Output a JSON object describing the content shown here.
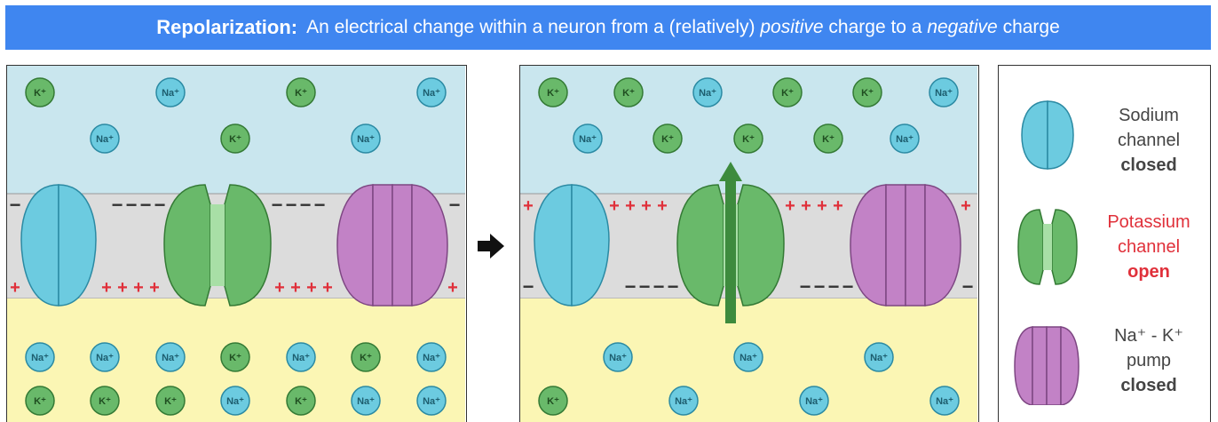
{
  "banner": {
    "term": "Repolarization:",
    "text_1": "An electrical change within a neuron from a (relatively) ",
    "em_1": "positive",
    "text_2": " charge to a ",
    "em_2": "negative",
    "text_3": " charge"
  },
  "ions": {
    "k": "K⁺",
    "na": "Na⁺"
  },
  "charges": {
    "plus": "+",
    "minus": "−"
  },
  "colors": {
    "extracellular": "#c9e6ee",
    "membrane": "#dcdcdc",
    "intracellular": "#fbf6b4",
    "sodium": "#6ccbe0",
    "potassium": "#69b96a",
    "pump": "#c282c6",
    "arrow": "#3d8b3d",
    "plus_sign": "#e0303a"
  },
  "panels": {
    "before": {
      "top_ions": [
        "K",
        "Na",
        "K",
        "Na",
        "Na",
        "K",
        "Na"
      ],
      "bottom_ions": [
        "Na",
        "Na",
        "Na",
        "K",
        "Na",
        "K",
        "Na",
        "K",
        "K",
        "K",
        "Na",
        "K",
        "Na",
        "Na"
      ],
      "top_charge": "minus",
      "bottom_charge": "plus"
    },
    "after": {
      "top_ions": [
        "K",
        "K",
        "Na",
        "K",
        "K",
        "Na",
        "Na",
        "K",
        "K",
        "K",
        "Na"
      ],
      "bottom_ions": [
        "Na",
        "Na",
        "Na",
        "K",
        "Na",
        "Na",
        "Na"
      ],
      "top_charge": "plus",
      "bottom_charge": "minus"
    }
  },
  "legend": {
    "sodium": {
      "line1": "Sodium",
      "line2": "channel",
      "state": "closed"
    },
    "potassium": {
      "line1": "Potassium",
      "line2": "channel",
      "state": "open"
    },
    "pump": {
      "line1": "Na⁺ - K⁺",
      "line2": "pump",
      "state": "closed"
    }
  }
}
